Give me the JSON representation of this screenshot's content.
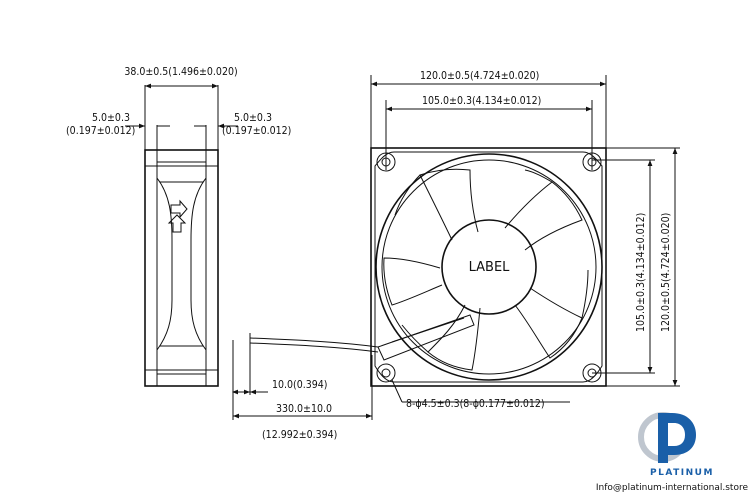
{
  "side_view": {
    "depth_label": "38.0±0.5(1.496±0.020)",
    "flange_left_mm": "5.0±0.3",
    "flange_left_in": "(0.197±0.012)",
    "flange_right_mm": "5.0±0.3",
    "flange_right_in": "(0.197±0.012)"
  },
  "front_view": {
    "width_outer": "120.0±0.5(4.724±0.020)",
    "width_holes": "105.0±0.3(4.134±0.012)",
    "height_holes": "105.0±0.3(4.134±0.012)",
    "height_outer": "120.0±0.5(4.724±0.020)",
    "hub_label": "LABEL",
    "mount_holes": "8-ϕ4.5±0.3(8-ϕ0.177±0.012)"
  },
  "leads": {
    "strip_length": "10.0(0.394)",
    "lead_length_mm": "330.0±10.0",
    "lead_length_in": "(12.992±0.394)"
  },
  "brand": {
    "name": "PLATINUM",
    "email": "Info@platinum-international.store",
    "color_blue": "#1a5fa8",
    "color_grey": "#bfc6cf"
  }
}
